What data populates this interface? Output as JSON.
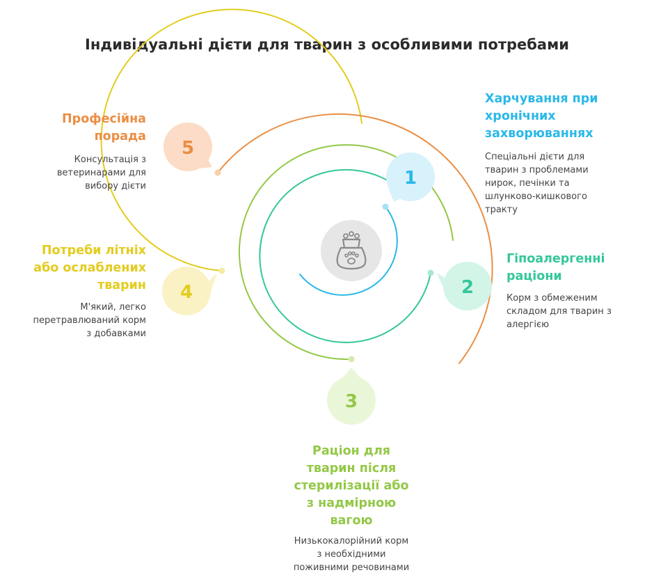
{
  "title": "Індивідуальні дієти для тварин з особливими потребами",
  "center_icon": "pet-food-bag-icon",
  "colors": {
    "step1": "#2ab8e8",
    "step2": "#35c79a",
    "step3": "#93c847",
    "step4": "#e3cc1e",
    "step5": "#ea8e43"
  },
  "steps": [
    {
      "number": "1",
      "heading": [
        "Харчування при",
        "хронічних",
        "захворюваннях"
      ],
      "description": [
        "Спеціальні дієти для",
        "тварин з проблемами",
        "нирок, печінки та",
        "шлунково-кишкового",
        "тракту"
      ]
    },
    {
      "number": "2",
      "heading": [
        "Гіпоалергенні",
        "раціони"
      ],
      "description": [
        "Корм з обмеженим",
        "складом для тварин з",
        "алергією"
      ]
    },
    {
      "number": "3",
      "heading": [
        "Раціон для",
        "тварин після",
        "стерилізації або",
        "з надмірною",
        "вагою"
      ],
      "description": [
        "Низькокалорійний корм",
        "з необхідними",
        "поживними речовинами"
      ]
    },
    {
      "number": "4",
      "heading": [
        "Потреби літніх",
        "або ослаблених",
        "тварин"
      ],
      "description": [
        "М'який, легко",
        "перетравлюваний корм",
        "з добавками"
      ]
    },
    {
      "number": "5",
      "heading": [
        "Професійна",
        "порада"
      ],
      "description": [
        "Консультація з",
        "ветеринарами для",
        "вибору дієти"
      ]
    }
  ]
}
